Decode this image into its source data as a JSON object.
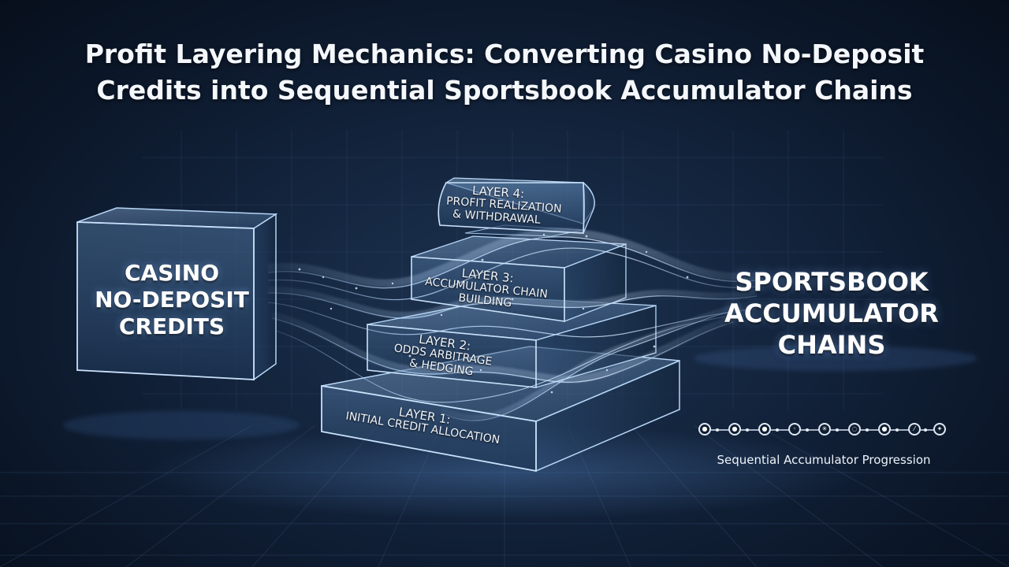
{
  "title": {
    "line1": "Profit Layering Mechanics: Converting Casino No-Deposit",
    "line2": "Credits into Sequential Sportsbook Accumulator Chains"
  },
  "source_box": {
    "line1": "CASINO",
    "line2": "NO-DEPOSIT",
    "line3": "CREDITS"
  },
  "target": {
    "line1": "SPORTSBOOK",
    "line2": "ACCUMULATOR",
    "line3": "CHAINS"
  },
  "layers": [
    {
      "title": "LAYER 1:",
      "line1": "INITIAL CREDIT ALLOCATION",
      "line2": ""
    },
    {
      "title": "LAYER 2:",
      "line1": "ODDS ARBITRAGE",
      "line2": "& HEDGING"
    },
    {
      "title": "LAYER 3:",
      "line1": "ACCUMULATOR CHAIN",
      "line2": "BUILDING"
    },
    {
      "title": "LAYER 4:",
      "line1": "PROFIT REALIZATION",
      "line2": "& WITHDRAWAL"
    }
  ],
  "progression": {
    "caption": "Sequential Accumulator Progression",
    "icons": [
      "soccer-ball-icon",
      "soccer-ball-icon",
      "soccer-ball-icon",
      "tennis-racket-icon",
      "basketball-icon",
      "baseball-icon",
      "soccer-ball-icon",
      "tennis-racket-icon",
      "trophy-icon"
    ]
  },
  "colors": {
    "background": "#12223a",
    "glass_edge": "#a9cdf5",
    "glass_fill": "#3a5d86",
    "stream": "#9cc8ff"
  }
}
